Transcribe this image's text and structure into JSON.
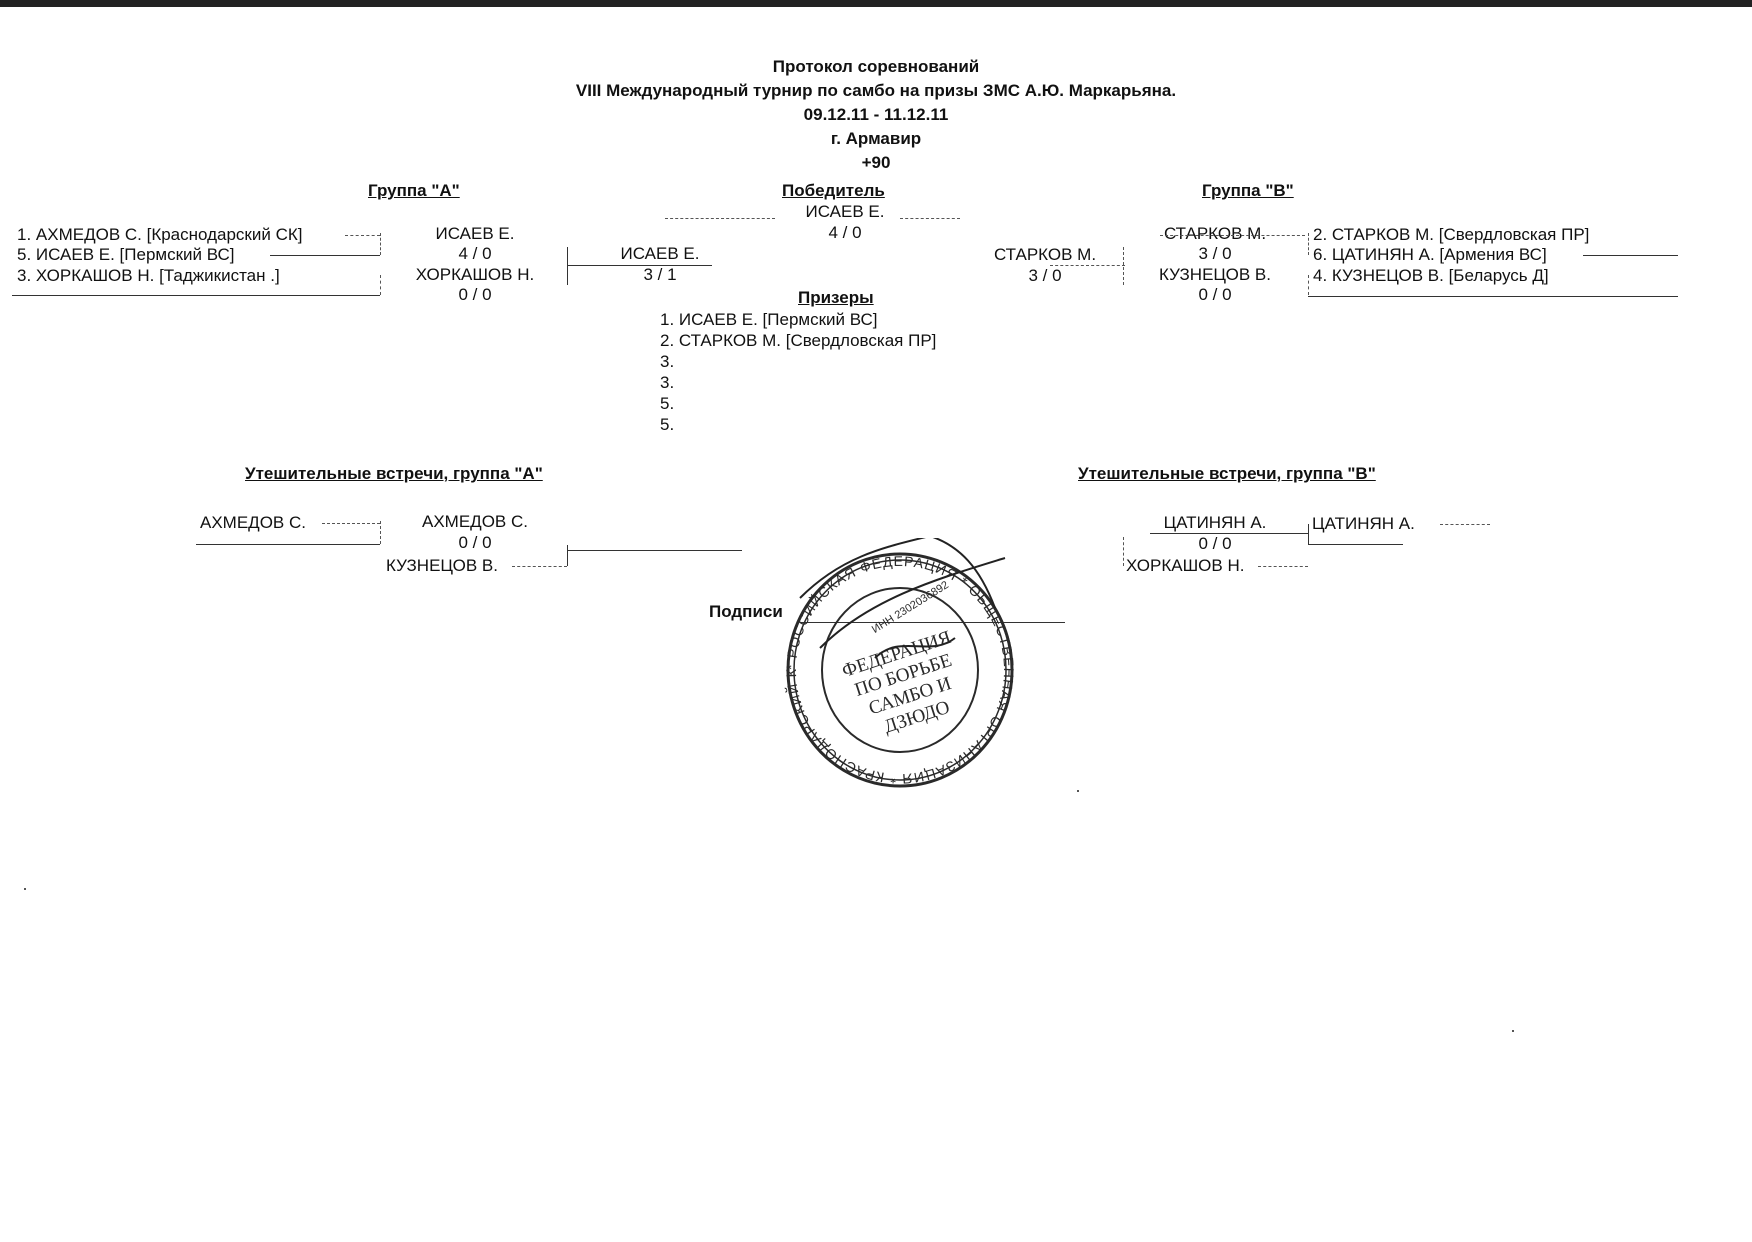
{
  "header": {
    "line1": "Протокол соревнований",
    "line2": "VIII Международный турнир по самбо на призы ЗМС А.Ю. Маркарьяна.",
    "dates": "09.12.11 - 11.12.11",
    "city": "г. Армавир",
    "weight": "+90"
  },
  "group_a": {
    "title": "Группа  \"А\"",
    "entrants": [
      "1. АХМЕДОВ С.  [Краснодарский  СК]",
      "5. ИСАЕВ Е.  [Пермский  ВС]",
      "3. ХОРКАШОВ Н.  [Таджикистан  .]"
    ],
    "match1": {
      "name": "ИСАЕВ Е.",
      "score": "4  /  0"
    },
    "match2": {
      "name": "ХОРКАШОВ Н.",
      "score": "0  /  0"
    },
    "final": {
      "name": "ИСАЕВ Е.",
      "score": "3  /  1"
    }
  },
  "winner": {
    "title": "Победитель",
    "name": "ИСАЕВ Е.",
    "score": "4  /  0"
  },
  "group_b": {
    "title": "Группа  \"В\"",
    "entrants": [
      "2. СТАРКОВ М.  [Свердловская  ПР]",
      "6. ЦАТИНЯН А.  [Армения  ВС]",
      "4. КУЗНЕЦОВ В.  [Беларусь  Д]"
    ],
    "match1": {
      "name": "СТАРКОВ М.",
      "score": "3  /  0"
    },
    "match2": {
      "name": "КУЗНЕЦОВ В.",
      "score": "0  /  0"
    },
    "final": {
      "name": "СТАРКОВ М.",
      "score": "3  /  0"
    }
  },
  "prizes": {
    "title": "Призеры",
    "items": [
      "1. ИСАЕВ Е.    [Пермский  ВС]",
      "2. СТАРКОВ М.    [Свердловская  ПР]",
      "3.",
      "3.",
      "5.",
      "5."
    ]
  },
  "consolation_a": {
    "title": "Утешительные встречи, группа \"А\"",
    "left": "АХМЕДОВ С.",
    "winner": "АХМЕДОВ С.",
    "score": "0  /  0",
    "opponent": "КУЗНЕЦОВ В."
  },
  "consolation_b": {
    "title": "Утешительные встречи, группа \"В\"",
    "left": "ЦАТИНЯН А.",
    "score": "0  /  0",
    "opponent": "ХОРКАШОВ Н.",
    "winner": "ЦАТИНЯН А."
  },
  "signature": {
    "label": "Подписи"
  },
  "stamp": {
    "center_lines": [
      "ФЕДЕРАЦИЯ",
      "ПО БОРЬБЕ",
      "САМБО И",
      "ДЗЮДО"
    ],
    "ring_text": "* РОССИЙСКАЯ ФЕДЕРАЦИЯ * ОБЩЕСТВЕННАЯ ОРГАНИЗАЦИЯ * КРАСНОДАРСКИЙ КРАЙ г. АРМАВИР *",
    "inn": "ИНН 2302036892",
    "ink_color": "#2a2a2a"
  }
}
